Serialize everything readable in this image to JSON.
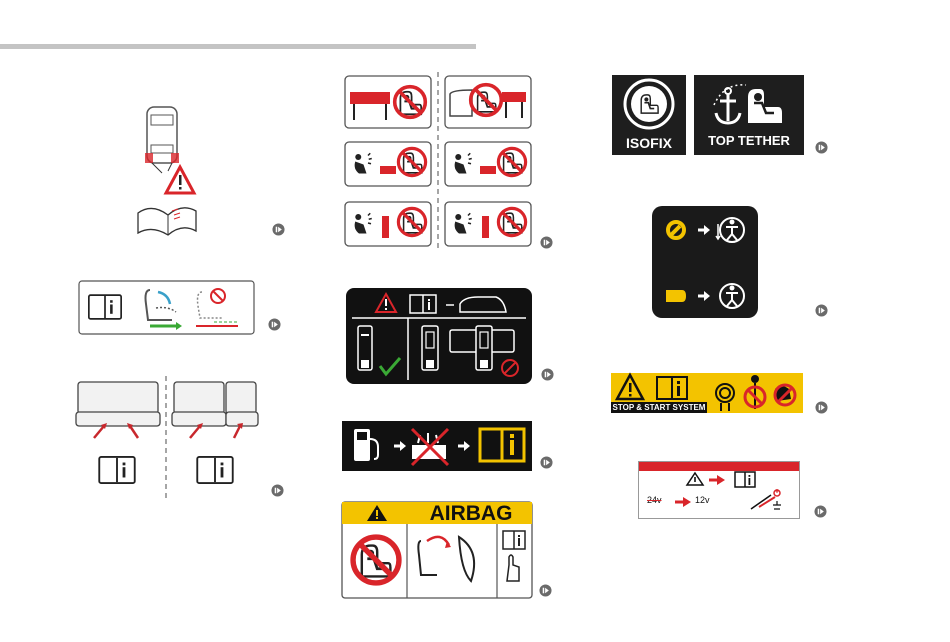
{
  "labels": {
    "isofix": "ISOFIX",
    "top_tether": "TOP TETHER",
    "airbag": "AIRBAG",
    "stop_start": "STOP & START SYSTEM",
    "volt_24": "24v",
    "volt_12": "12v"
  },
  "colors": {
    "warning_red": "#d9252a",
    "warning_yellow": "#f3c300",
    "ok_green": "#3aa935",
    "nav_gray": "#6a6a6a"
  },
  "icons": {
    "nav": "page-link-icon",
    "manual": "info-book-icon",
    "warning": "warning-triangle-icon"
  }
}
